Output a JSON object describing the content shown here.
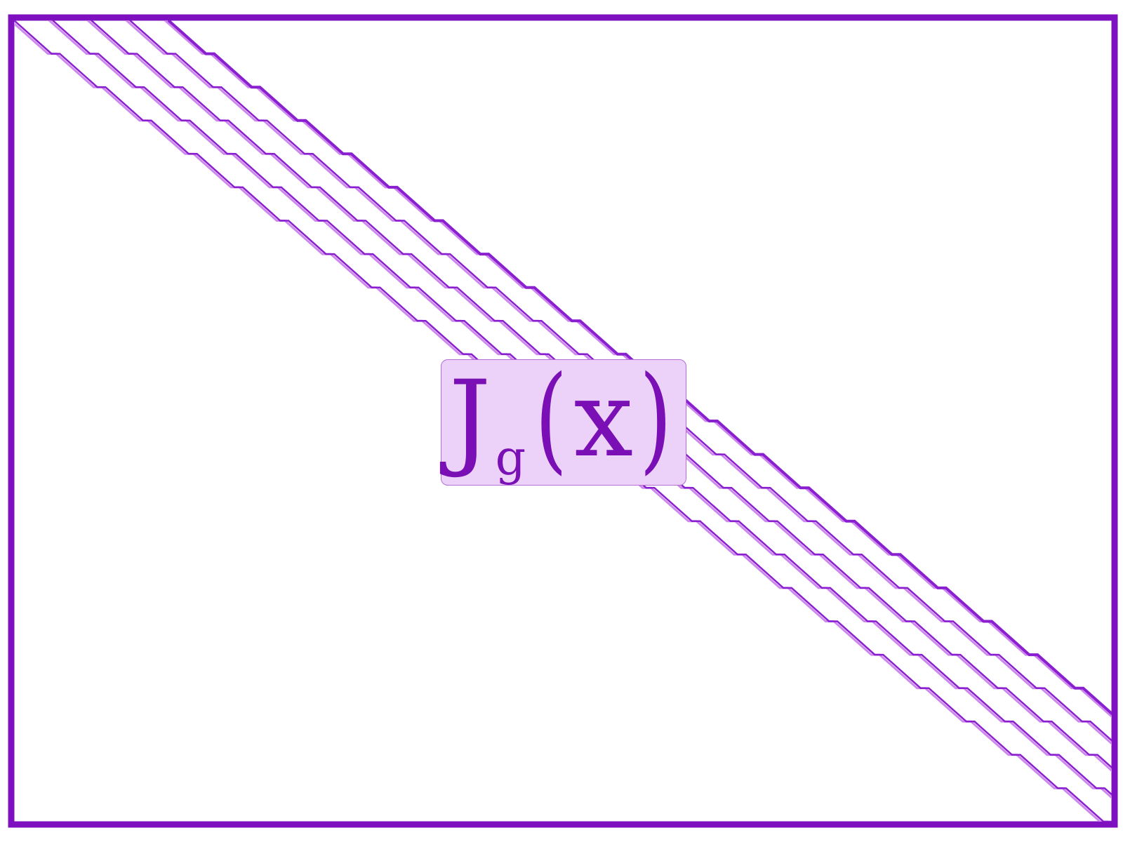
{
  "label": {
    "symbol": "J",
    "subscript": "g",
    "open_paren": "(",
    "argument": "x",
    "close_paren": ")"
  },
  "colors": {
    "frame": "#7f10bf",
    "band_dark": "#8a1fcf",
    "band_light": "#cc88ee",
    "box_fill": "#ecd2f9",
    "box_border": "#b36fd6",
    "text": "#7a0fb5"
  },
  "bands": {
    "count": 5,
    "steps": 24
  }
}
